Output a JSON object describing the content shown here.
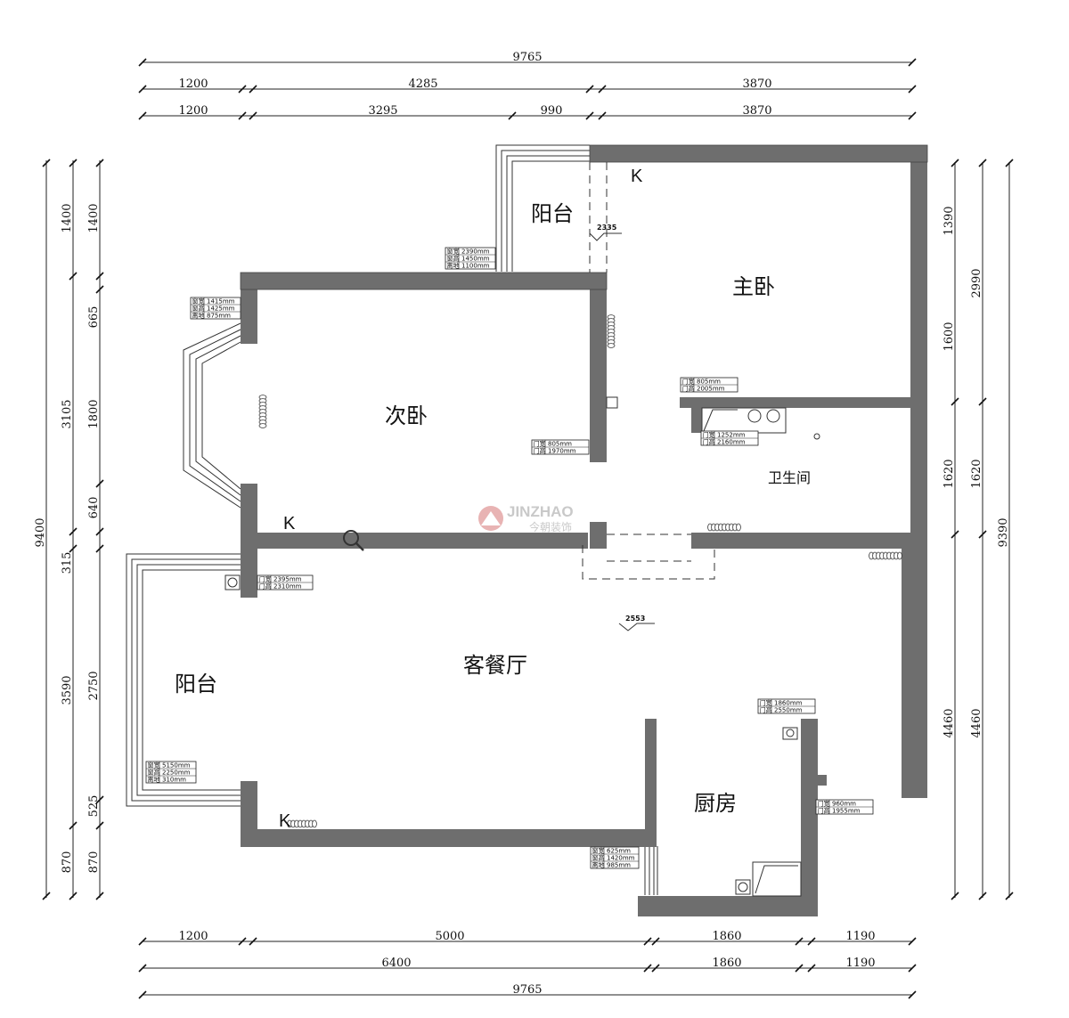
{
  "dimensions": {
    "top": {
      "total": "9765",
      "row2": [
        "1200",
        "4285",
        "3870"
      ],
      "row3": [
        "1200",
        "3295",
        "990",
        "3870"
      ]
    },
    "bottom": {
      "total": "9765",
      "row1": [
        "1200",
        "5000",
        "1860",
        "1190"
      ],
      "row2": [
        "6400",
        "1860",
        "1190"
      ]
    },
    "left": {
      "total": "9400",
      "col2": [
        "1400",
        "3105",
        "315",
        "3590",
        "870"
      ],
      "col3": [
        "1400",
        "665",
        "1800",
        "640",
        "2750",
        "525",
        "870"
      ]
    },
    "right": {
      "total": "9390",
      "col1": [
        "1390",
        "1600",
        "1620",
        "4460"
      ],
      "col2": [
        "2990",
        "1620",
        "4460"
      ]
    }
  },
  "rooms": {
    "balcony_top": "阳台",
    "master_bedroom": "主卧",
    "second_bedroom": "次卧",
    "bathroom": "卫生间",
    "living_dining": "客餐厅",
    "balcony_left": "阳台",
    "kitchen": "厨房"
  },
  "k_markers": {
    "master": "K",
    "second": "K",
    "living": "K"
  },
  "levels": {
    "upper": "2335",
    "living": "2553"
  },
  "tags": {
    "win_balcony_top": [
      "窗宽 2390mm",
      "窗高 1450mm",
      "离地 1100mm"
    ],
    "win_second": [
      "窗宽 1415mm",
      "窗高 1425mm",
      "离地 875mm"
    ],
    "door_second": [
      "门宽 805mm",
      "门高 1970mm"
    ],
    "door_master": [
      "门宽 805mm",
      "门高 2005mm"
    ],
    "door_bath": [
      "门宽 1252mm",
      "门高 2160mm"
    ],
    "door_balcony_left": [
      "门宽 2395mm",
      "门高 2310mm"
    ],
    "win_balcony_left": [
      "窗宽 5150mm",
      "窗高 2250mm",
      "离地 310mm"
    ],
    "door_kitchen": [
      "门宽 1860mm",
      "门高 2550mm"
    ],
    "win_kitchen_right": [
      "门宽 960mm",
      "门高 1955mm"
    ],
    "win_kitchen_bottom": [
      "窗宽 625mm",
      "窗高 1420mm",
      "离地 985mm"
    ]
  },
  "watermark": {
    "brand": "JINZHAO",
    "cn": "今朝装饰"
  }
}
